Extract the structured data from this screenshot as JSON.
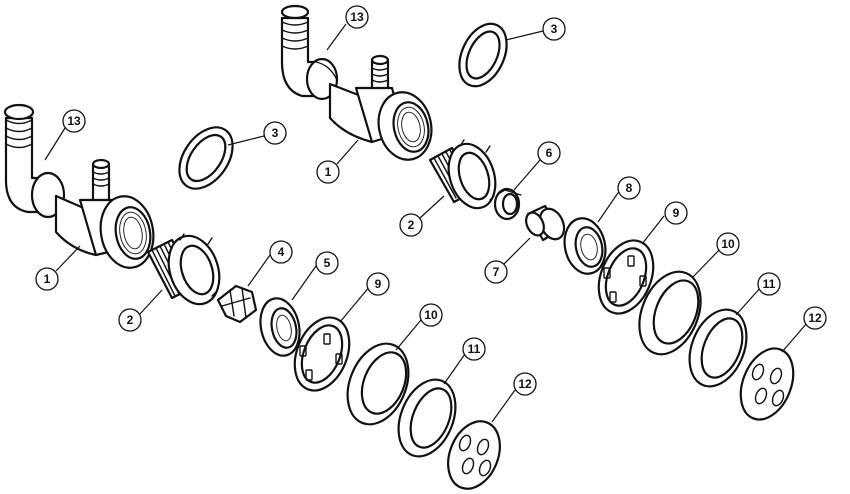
{
  "callouts": {
    "c1": "13",
    "c2": "13",
    "c3": "3",
    "c4": "3",
    "c5": "1",
    "c6": "1",
    "c7": "6",
    "c8": "2",
    "c9": "8",
    "c10": "7",
    "c11": "9",
    "c12": "10",
    "c13": "4",
    "c14": "5",
    "c15": "9",
    "c16": "11",
    "c17": "2",
    "c18": "12",
    "c19": "10",
    "c20": "11",
    "c21": "12"
  }
}
